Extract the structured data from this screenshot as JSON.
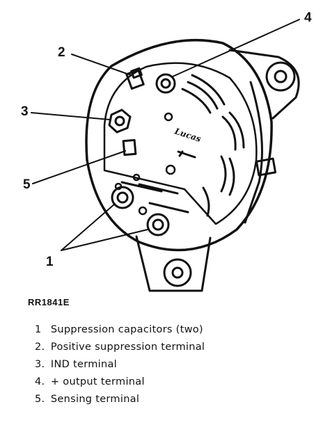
{
  "callouts": [
    {
      "label": "1"
    },
    {
      "label": "2"
    },
    {
      "label": "3"
    },
    {
      "label": "4"
    },
    {
      "label": "5"
    }
  ],
  "housing_mark": "Lucas",
  "reference_code": "RR1841E",
  "legend": [
    {
      "num": "1",
      "text": "Suppression capacitors (two)"
    },
    {
      "num": "2.",
      "text": "Positive suppression terminal"
    },
    {
      "num": "3.",
      "text": "IND terminal"
    },
    {
      "num": "4.",
      "text": "+ output terminal"
    },
    {
      "num": "5.",
      "text": "Sensing terminal"
    }
  ]
}
